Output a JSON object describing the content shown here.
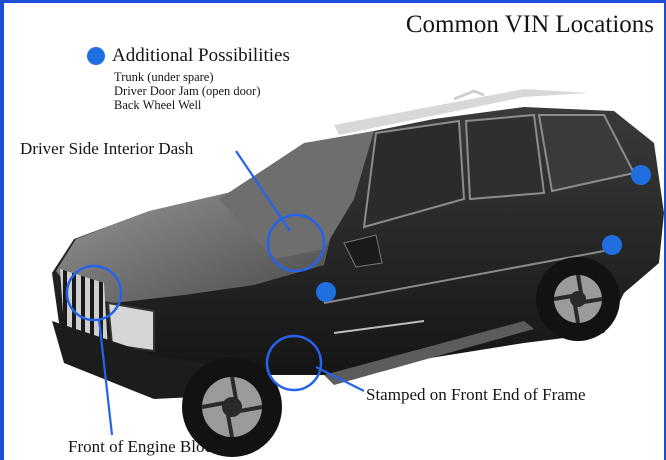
{
  "title": "Common VIN Locations",
  "legend": {
    "title": "Additional Possibilities",
    "items": [
      "Trunk (under spare)",
      "Driver Door Jam (open door)",
      "Back Wheel Well"
    ]
  },
  "callouts": {
    "dash": "Driver Side Interior Dash",
    "frame": "Stamped on Front End of Frame",
    "engine": "Front of Engine Block"
  },
  "colors": {
    "marker": "#1f6fe0",
    "circle": "#2563eb",
    "vehicle_body": "#1b1b1b",
    "vehicle_highlight": "#8a8a8a"
  }
}
